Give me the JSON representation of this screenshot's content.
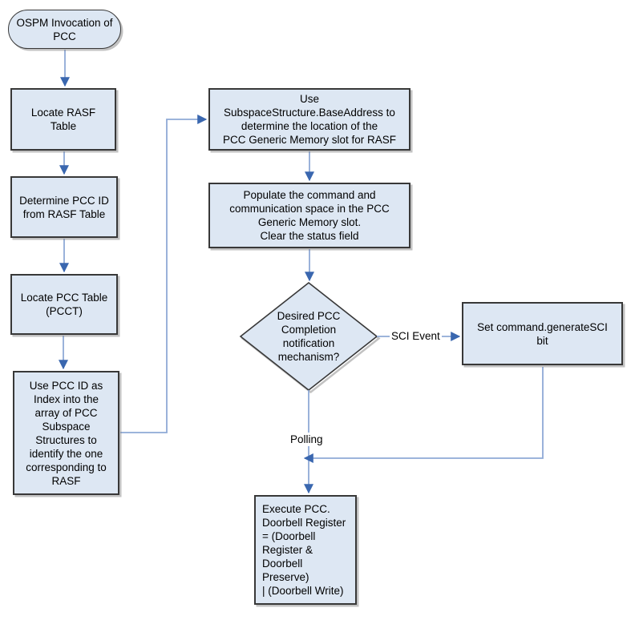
{
  "diagram": {
    "type": "flowchart",
    "title": "OSPM Invocation of PCC",
    "colors": {
      "background": "#ffffff",
      "shape_fill": "#dde7f3",
      "shape_border": "#383838",
      "connector_line": "#8fa9d6",
      "connector_arrowhead": "#3a67af",
      "text": "#000000"
    },
    "nodes": {
      "start": {
        "shape": "terminator",
        "label": "OSPM Invocation of\nPCC"
      },
      "locate_rasf": {
        "shape": "process",
        "label": "Locate RASF\nTable"
      },
      "determine_pcc_id": {
        "shape": "process",
        "label": "Determine PCC ID\nfrom RASF Table"
      },
      "locate_pcct": {
        "shape": "process",
        "label": "Locate PCC Table\n(PCCT)"
      },
      "use_pcc_id": {
        "shape": "process",
        "label": "Use PCC ID as\nIndex into the\narray of PCC\nSubspace\nStructures to\nidentify the one\ncorresponding to\nRASF"
      },
      "use_base_address": {
        "shape": "process",
        "label": "Use\nSubspaceStructure.BaseAddress to\ndetermine the location of the\nPCC Generic Memory slot for RASF"
      },
      "populate": {
        "shape": "process",
        "label": "Populate the command and\ncommunication space in the PCC\nGeneric Memory slot.\nClear the status field"
      },
      "decision": {
        "shape": "decision",
        "label": "Desired PCC\nCompletion\nnotification\nmechanism?"
      },
      "set_sci": {
        "shape": "process",
        "label": "Set command.generateSCI\nbit"
      },
      "execute": {
        "shape": "process",
        "label": "Execute PCC.\nDoorbell Register\n= (Doorbell\nRegister &\nDoorbell Preserve)\n| (Doorbell Write)"
      }
    },
    "edge_labels": {
      "sci_event": "SCI Event",
      "polling": "Polling"
    },
    "edges": [
      {
        "from": "start",
        "to": "locate_rasf",
        "label": ""
      },
      {
        "from": "locate_rasf",
        "to": "determine_pcc_id",
        "label": ""
      },
      {
        "from": "determine_pcc_id",
        "to": "locate_pcct",
        "label": ""
      },
      {
        "from": "locate_pcct",
        "to": "use_pcc_id",
        "label": ""
      },
      {
        "from": "use_pcc_id",
        "to": "use_base_address",
        "label": ""
      },
      {
        "from": "use_base_address",
        "to": "populate",
        "label": ""
      },
      {
        "from": "populate",
        "to": "decision",
        "label": ""
      },
      {
        "from": "decision",
        "to": "set_sci",
        "label": "SCI Event"
      },
      {
        "from": "decision",
        "to": "execute",
        "label": "Polling"
      },
      {
        "from": "set_sci",
        "to": "execute",
        "label": ""
      }
    ]
  }
}
